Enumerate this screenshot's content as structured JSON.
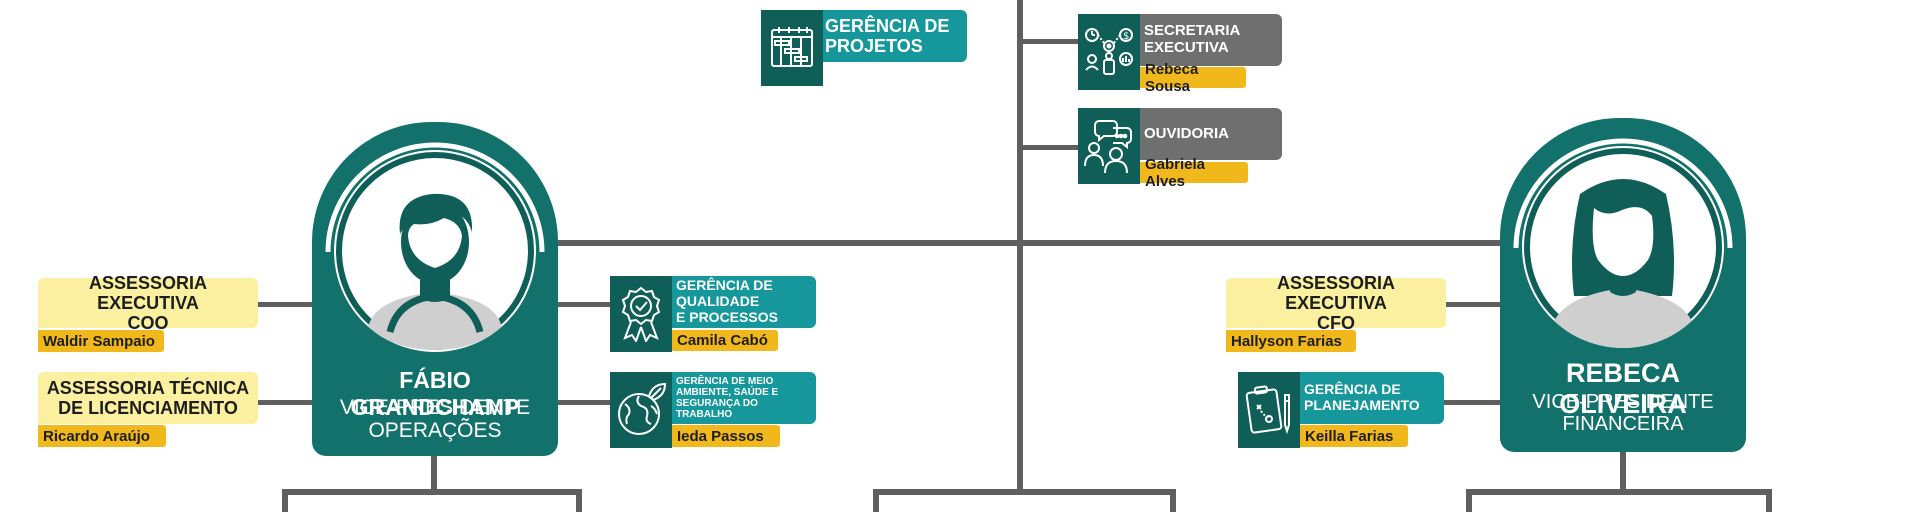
{
  "top_units": {
    "projects": {
      "label": "GERÊNCIA DE\nPROJETOS",
      "icon": "gantt-chart-icon"
    },
    "secretariat": {
      "label": "SECRETARIA\nEXECUTIVA",
      "person": "Rebeca Sousa",
      "icon": "workflow-gears-icon"
    },
    "ombudsman": {
      "label": "OUVIDORIA",
      "person": "Gabriela Alves",
      "icon": "people-chat-icon"
    }
  },
  "vp_operations": {
    "name": "FÁBIO GRANDCHAMP",
    "role": "VICE-PRESIDENTE\nOPERAÇÕES",
    "avatar": "male-avatar-icon",
    "advisory": [
      {
        "title": "ASSESSORIA EXECUTIVA\nCOO",
        "person": "Waldir Sampaio"
      },
      {
        "title": "ASSESSORIA TÉCNICA\nDE LICENCIAMENTO",
        "person": "Ricardo Araújo"
      }
    ],
    "units": [
      {
        "label": "GERÊNCIA DE\nQUALIDADE\nE PROCESSOS",
        "person": "Camila Cabó",
        "icon": "quality-award-icon"
      },
      {
        "label": "GERÊNCIA DE MEIO\nAMBIENTE, SAÚDE E\nSEGURANÇA DO TRABALHO",
        "person": "Ieda Passos",
        "icon": "eco-globe-icon"
      }
    ]
  },
  "vp_finance": {
    "name": "REBECA OLIVEIRA",
    "role": "VICE-PRESIDENTE\nFINANCEIRA",
    "avatar": "female-avatar-icon",
    "advisory": [
      {
        "title": "ASSESSORIA EXECUTIVA\nCFO",
        "person": "Hallyson Farias"
      }
    ],
    "units": [
      {
        "label": "GERÊNCIA DE\nPLANEJAMENTO",
        "person": "Keilla Farias",
        "icon": "planning-clipboard-icon"
      }
    ]
  },
  "colors": {
    "teal_dark": "#0f5f58",
    "teal": "#16979b",
    "card": "#13716c",
    "gray": "#6f6f6f",
    "yellow": "#f0b81a",
    "light_yellow": "#faf0a0",
    "connector": "#5f5f5f"
  }
}
